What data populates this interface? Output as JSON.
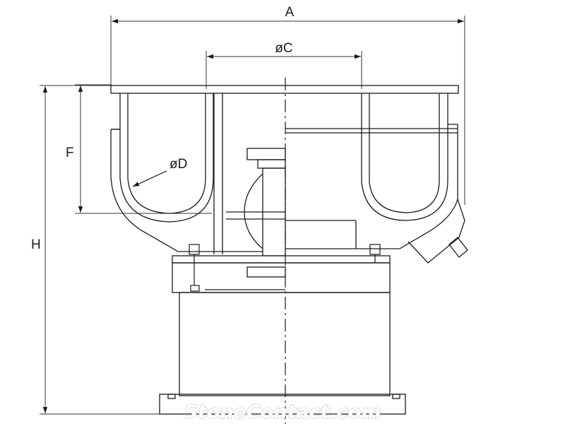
{
  "diagram": {
    "labels": {
      "overall_width": "A",
      "inner_diameter": "øC",
      "track_diameter": "øD",
      "bowl_depth": "F",
      "overall_height": "H"
    },
    "watermark": "StoneContact.com",
    "colors": {
      "line": "#1a1a1a",
      "dim_line": "#333333",
      "background": "#ffffff",
      "watermark_outline": "#c8c8c8"
    }
  }
}
